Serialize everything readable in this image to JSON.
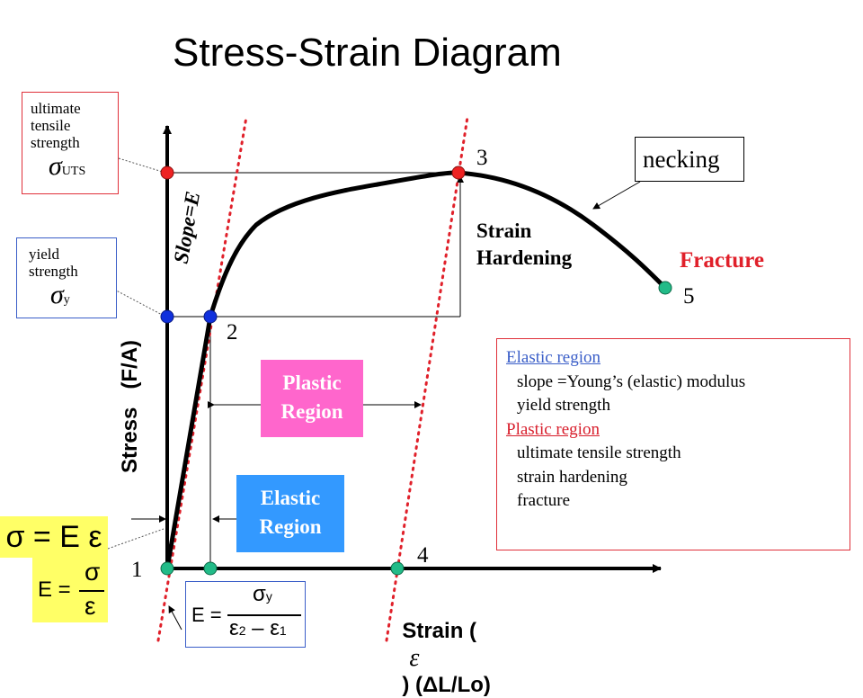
{
  "title": "Stress-Strain Diagram",
  "labels": {
    "uts_lines": [
      "ultimate",
      "tensile",
      "strength"
    ],
    "uts_symbol": "σ",
    "uts_sub": "UTS",
    "yield_lines": [
      "yield",
      "strength"
    ],
    "yield_symbol": "σ",
    "yield_sub": "y",
    "slope": "Slope=E",
    "necking": "necking",
    "strain_hardening_1": "Strain",
    "strain_hardening_2": "Hardening",
    "fracture": "Fracture",
    "plastic_1": "Plastic",
    "plastic_2": "Region",
    "elastic_1": "Elastic",
    "elastic_2": "Region",
    "y_axis": "Stress   (F/A)",
    "x_axis_pre": "Strain (",
    "x_axis_sym": "ε",
    "x_axis_post": ") (ΔL/Lo)",
    "points": [
      "1",
      "2",
      "3",
      "4",
      "5"
    ]
  },
  "legend": {
    "elastic_heading": "Elastic region",
    "elastic_items": [
      "slope =Young’s (elastic) modulus",
      "yield strength"
    ],
    "plastic_heading": "Plastic region",
    "plastic_items": [
      "ultimate tensile strength",
      "strain hardening",
      "fracture"
    ]
  },
  "formulas": {
    "hooke": "σ = E ε",
    "modulus_lhs": "E =",
    "modulus_num": "σ",
    "modulus_den": "ε",
    "secant_lhs": "E =",
    "secant_num": "σ",
    "secant_num_sub": "y",
    "secant_den_a": "ε",
    "secant_den_a_sub": "2",
    "secant_minus": "–",
    "secant_den_b": "ε",
    "secant_den_b_sub": "1"
  },
  "colors": {
    "plastic_region": "#ff66cc",
    "elastic_region": "#3399ff",
    "formula_bg": "#ffff66",
    "dotted_line": "#e0202a",
    "red_point": "#ee2222",
    "blue_point": "#1030dd",
    "green_point": "#22bb88",
    "fracture_text": "#e0202a"
  }
}
